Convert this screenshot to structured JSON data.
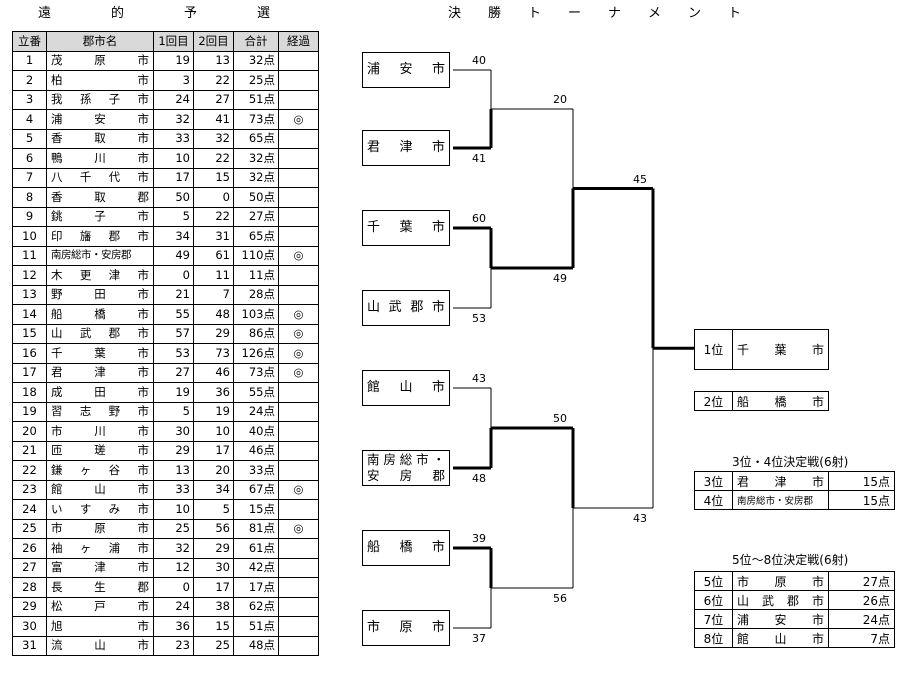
{
  "qualifier": {
    "title_chars": [
      "遠",
      "的",
      "予",
      "選"
    ],
    "headers": [
      "立番",
      "郡市名",
      "1回目",
      "2回目",
      "合計",
      "経過"
    ],
    "rows": [
      {
        "no": "1",
        "name": "茂原市",
        "r1": "19",
        "r2": "13",
        "total": "32点",
        "mark": ""
      },
      {
        "no": "2",
        "name": "柏市",
        "r1": "3",
        "r2": "22",
        "total": "25点",
        "mark": ""
      },
      {
        "no": "3",
        "name": "我孫子市",
        "r1": "24",
        "r2": "27",
        "total": "51点",
        "mark": ""
      },
      {
        "no": "4",
        "name": "浦安市",
        "r1": "32",
        "r2": "41",
        "total": "73点",
        "mark": "◎"
      },
      {
        "no": "5",
        "name": "香取市",
        "r1": "33",
        "r2": "32",
        "total": "65点",
        "mark": ""
      },
      {
        "no": "6",
        "name": "鴨川市",
        "r1": "10",
        "r2": "22",
        "total": "32点",
        "mark": ""
      },
      {
        "no": "7",
        "name": "八千代市",
        "r1": "17",
        "r2": "15",
        "total": "32点",
        "mark": ""
      },
      {
        "no": "8",
        "name": "香取郡",
        "r1": "50",
        "r2": "0",
        "total": "50点",
        "mark": ""
      },
      {
        "no": "9",
        "name": "銚子市",
        "r1": "5",
        "r2": "22",
        "total": "27点",
        "mark": ""
      },
      {
        "no": "10",
        "name": "印旛郡市",
        "r1": "34",
        "r2": "31",
        "total": "65点",
        "mark": ""
      },
      {
        "no": "11",
        "name": "南房総市・安房郡",
        "r1": "49",
        "r2": "61",
        "total": "110点",
        "mark": "◎"
      },
      {
        "no": "12",
        "name": "木更津市",
        "r1": "0",
        "r2": "11",
        "total": "11点",
        "mark": ""
      },
      {
        "no": "13",
        "name": "野田市",
        "r1": "21",
        "r2": "7",
        "total": "28点",
        "mark": ""
      },
      {
        "no": "14",
        "name": "船橋市",
        "r1": "55",
        "r2": "48",
        "total": "103点",
        "mark": "◎"
      },
      {
        "no": "15",
        "name": "山武郡市",
        "r1": "57",
        "r2": "29",
        "total": "86点",
        "mark": "◎"
      },
      {
        "no": "16",
        "name": "千葉市",
        "r1": "53",
        "r2": "73",
        "total": "126点",
        "mark": "◎"
      },
      {
        "no": "17",
        "name": "君津市",
        "r1": "27",
        "r2": "46",
        "total": "73点",
        "mark": "◎"
      },
      {
        "no": "18",
        "name": "成田市",
        "r1": "19",
        "r2": "36",
        "total": "55点",
        "mark": ""
      },
      {
        "no": "19",
        "name": "習志野市",
        "r1": "5",
        "r2": "19",
        "total": "24点",
        "mark": ""
      },
      {
        "no": "20",
        "name": "市川市",
        "r1": "30",
        "r2": "10",
        "total": "40点",
        "mark": ""
      },
      {
        "no": "21",
        "name": "匝瑳市",
        "r1": "29",
        "r2": "17",
        "total": "46点",
        "mark": ""
      },
      {
        "no": "22",
        "name": "鎌ヶ谷市",
        "r1": "13",
        "r2": "20",
        "total": "33点",
        "mark": ""
      },
      {
        "no": "23",
        "name": "館山市",
        "r1": "33",
        "r2": "34",
        "total": "67点",
        "mark": "◎"
      },
      {
        "no": "24",
        "name": "いすみ市",
        "r1": "10",
        "r2": "5",
        "total": "15点",
        "mark": ""
      },
      {
        "no": "25",
        "name": "市原市",
        "r1": "25",
        "r2": "56",
        "total": "81点",
        "mark": "◎"
      },
      {
        "no": "26",
        "name": "袖ヶ浦市",
        "r1": "32",
        "r2": "29",
        "total": "61点",
        "mark": ""
      },
      {
        "no": "27",
        "name": "富津市",
        "r1": "12",
        "r2": "30",
        "total": "42点",
        "mark": ""
      },
      {
        "no": "28",
        "name": "長生郡",
        "r1": "0",
        "r2": "17",
        "total": "17点",
        "mark": ""
      },
      {
        "no": "29",
        "name": "松戸市",
        "r1": "24",
        "r2": "38",
        "total": "62点",
        "mark": ""
      },
      {
        "no": "30",
        "name": "旭市",
        "r1": "36",
        "r2": "15",
        "total": "51点",
        "mark": ""
      },
      {
        "no": "31",
        "name": "流山市",
        "r1": "23",
        "r2": "25",
        "total": "48点",
        "mark": ""
      }
    ]
  },
  "tournament": {
    "title_chars": [
      "決",
      "勝",
      "ト",
      "ー",
      "ナ",
      "メ",
      "ン",
      "ト"
    ],
    "teams": [
      {
        "lines": [
          "浦安市"
        ],
        "score": "40"
      },
      {
        "lines": [
          "君津市"
        ],
        "score": "41"
      },
      {
        "lines": [
          "千葉市"
        ],
        "score": "60"
      },
      {
        "lines": [
          "山武郡市"
        ],
        "score": "53"
      },
      {
        "lines": [
          "館山市"
        ],
        "score": "43"
      },
      {
        "lines": [
          "南房総市・",
          "安房郡"
        ],
        "score": "48"
      },
      {
        "lines": [
          "船橋市"
        ],
        "score": "39"
      },
      {
        "lines": [
          "市原市"
        ],
        "score": "37"
      }
    ],
    "semi_scores": [
      "20",
      "49",
      "50",
      "56"
    ],
    "final_scores": [
      "45",
      "43"
    ],
    "first_place": {
      "rank": "1位",
      "name": "千葉市"
    },
    "second_place": {
      "rank": "2位",
      "name": "船橋市"
    },
    "third_fourth": {
      "title": "3位・4位決定戦(6射)",
      "rows": [
        {
          "rank": "3位",
          "name": "君津市",
          "pts": "15点"
        },
        {
          "rank": "4位",
          "name": "南房総市・安房郡",
          "pts": "15点"
        }
      ]
    },
    "fifth_eighth": {
      "title": "5位～8位決定戦(6射)",
      "rows": [
        {
          "rank": "5位",
          "name": "市原市",
          "pts": "27点"
        },
        {
          "rank": "6位",
          "name": "山武郡市",
          "pts": "26点"
        },
        {
          "rank": "7位",
          "name": "浦安市",
          "pts": "24点"
        },
        {
          "rank": "8位",
          "name": "館山市",
          "pts": "7点"
        }
      ]
    }
  }
}
